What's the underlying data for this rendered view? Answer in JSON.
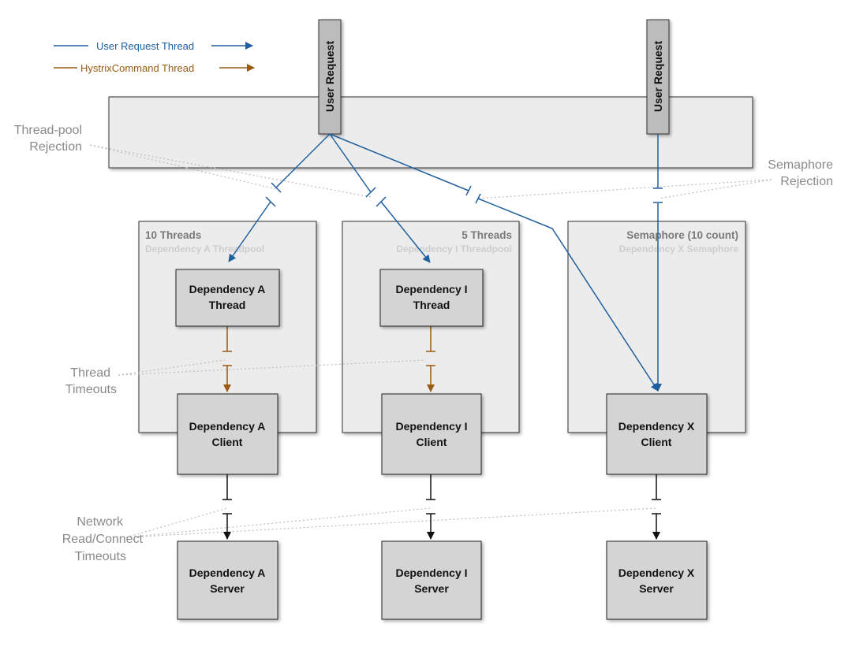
{
  "legend": {
    "user_request_thread": "User Request Thread",
    "hystrix_command_thread": "HystrixCommand Thread"
  },
  "colors": {
    "user_request_thread": "#1f5f9e",
    "hystrix_command_thread": "#9a5a14",
    "network": "#111111",
    "dotted_annotation": "#bdbdbd",
    "box_fill": "#d4d4d4",
    "pool_fill": "#ececec"
  },
  "user_requests": [
    "User Request",
    "User Request"
  ],
  "pools": [
    {
      "title": "10 Threads",
      "subtitle": "Dependency A Threadpool"
    },
    {
      "title": "5 Threads",
      "subtitle": "Dependency I Threadpool"
    },
    {
      "title": "Semaphore (10 count)",
      "subtitle": "Dependency X Semaphore"
    }
  ],
  "boxes": {
    "thread_a": [
      "Dependency A",
      "Thread"
    ],
    "thread_i": [
      "Dependency I",
      "Thread"
    ],
    "client_a": [
      "Dependency A",
      "Client"
    ],
    "client_i": [
      "Dependency I",
      "Client"
    ],
    "client_x": [
      "Dependency X",
      "Client"
    ],
    "server_a": [
      "Dependency A",
      "Server"
    ],
    "server_i": [
      "Dependency I",
      "Server"
    ],
    "server_x": [
      "Dependency X",
      "Server"
    ]
  },
  "annotations": {
    "threadpool_rejection": [
      "Thread-pool",
      "Rejection"
    ],
    "semaphore_rejection": [
      "Semaphore",
      "Rejection"
    ],
    "thread_timeouts": [
      "Thread",
      "Timeouts"
    ],
    "network_timeouts": [
      "Network",
      "Read/Connect",
      "Timeouts"
    ]
  }
}
